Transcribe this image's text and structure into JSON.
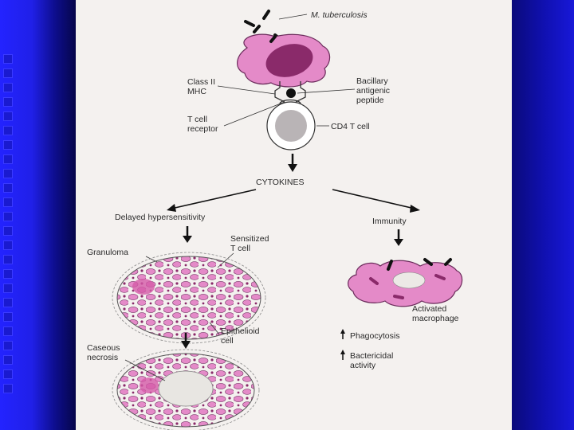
{
  "diagram": {
    "labels": {
      "m_tuberculosis": "M. tuberculosis",
      "class_ii_1": "Class II",
      "class_ii_2": "MHC",
      "bacillary_1": "Bacillary",
      "bacillary_2": "antigenic",
      "bacillary_3": "peptide",
      "tcell_receptor_1": "T cell",
      "tcell_receptor_2": "receptor",
      "cd4": "CD4 T cell",
      "cytokines": "CYTOKINES",
      "delayed": "Delayed hypersensitivity",
      "immunity": "Immunity",
      "granuloma": "Granuloma",
      "sensitized_1": "Sensitized",
      "sensitized_2": "T cell",
      "epithelioid_1": "Epithelioid",
      "epithelioid_2": "cell",
      "caseous_1": "Caseous",
      "caseous_2": "necrosis",
      "activated_1": "Activated",
      "activated_2": "macrophage",
      "phagocytosis": "Phagocytosis",
      "bactericidal_1": "Bactericidal",
      "bactericidal_2": "activity"
    },
    "colors": {
      "cell_pink": "#e48ac8",
      "nucleus_purple": "#8a2a6a",
      "tcell_gray": "#b9b4b6",
      "background": "#f4f1ef"
    }
  }
}
